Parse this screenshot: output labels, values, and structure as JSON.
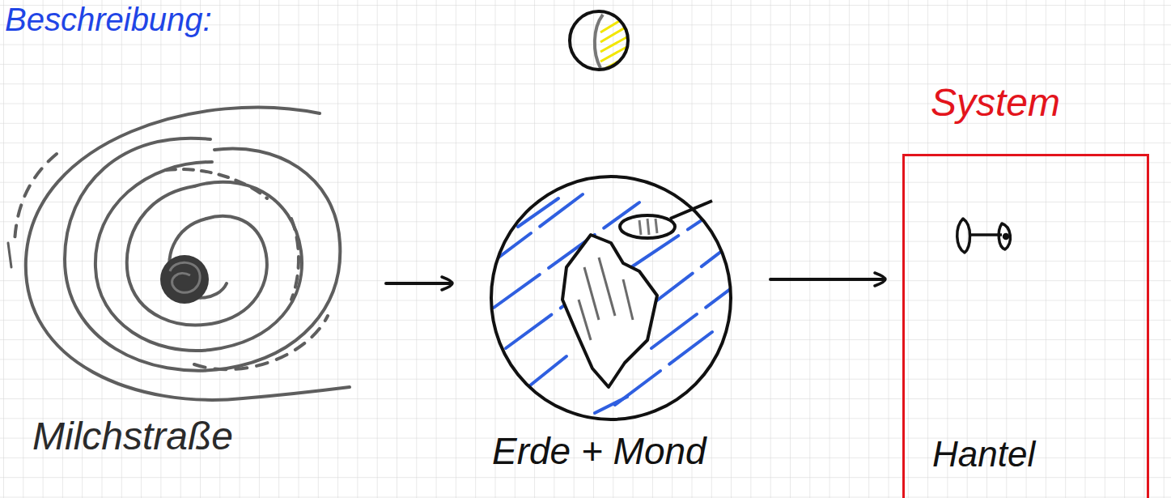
{
  "diagram": {
    "title": "Beschreibung:",
    "nodes": [
      {
        "text": [
          "Milchstraße"
        ]
      },
      {
        "text": [
          "Erde + Mond"
        ]
      },
      {
        "text": [
          "System",
          "Hantel"
        ]
      }
    ],
    "edges": [
      {
        "from": 0,
        "to": 1,
        "arrow": "to"
      },
      {
        "from": 1,
        "to": 2,
        "arrow": "to"
      }
    ]
  }
}
